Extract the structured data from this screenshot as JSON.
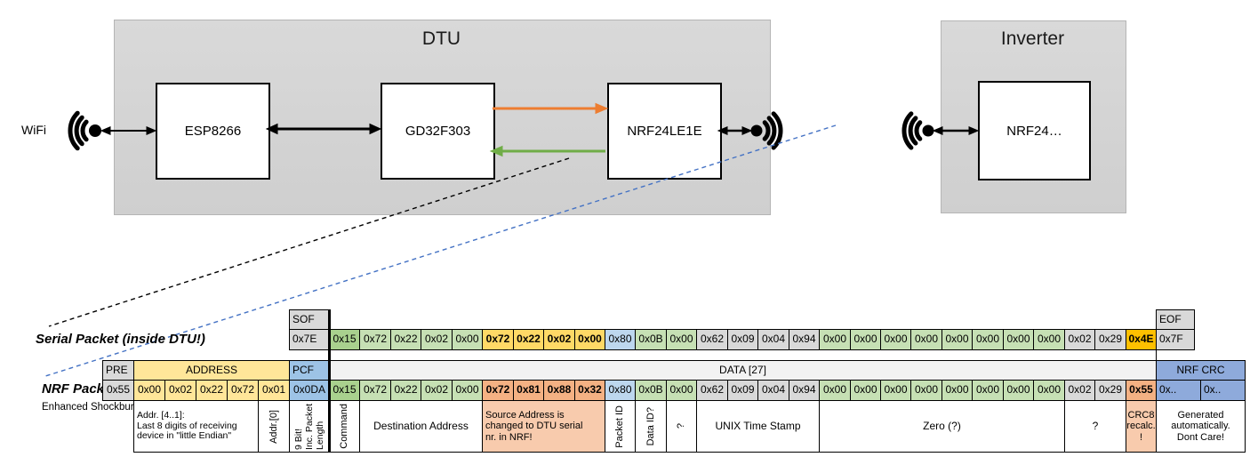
{
  "diagram": {
    "wifi_label": "WiFi",
    "dtu": {
      "title": "DTU",
      "components": [
        "ESP8266",
        "GD32F303",
        "NRF24LE1E"
      ]
    },
    "inverter": {
      "title": "Inverter",
      "component": "NRF24…"
    }
  },
  "serial_packet": {
    "label": "Serial Packet (inside DTU!)",
    "sof": {
      "header": "SOF",
      "value": "0x7E"
    },
    "eof": {
      "header": "EOF",
      "value": "0x7F"
    },
    "bytes": [
      {
        "v": "0x15",
        "c": "green_dark"
      },
      {
        "v": "0x72",
        "c": "green"
      },
      {
        "v": "0x22",
        "c": "green"
      },
      {
        "v": "0x02",
        "c": "green"
      },
      {
        "v": "0x00",
        "c": "green"
      },
      {
        "v": "0x72",
        "c": "gold",
        "b": true
      },
      {
        "v": "0x22",
        "c": "gold",
        "b": true
      },
      {
        "v": "0x02",
        "c": "gold",
        "b": true
      },
      {
        "v": "0x00",
        "c": "gold",
        "b": true
      },
      {
        "v": "0x80",
        "c": "blue_light"
      },
      {
        "v": "0x0B",
        "c": "green"
      },
      {
        "v": "0x00",
        "c": "green"
      },
      {
        "v": "0x62",
        "c": "gray"
      },
      {
        "v": "0x09",
        "c": "gray"
      },
      {
        "v": "0x04",
        "c": "gray"
      },
      {
        "v": "0x94",
        "c": "gray"
      },
      {
        "v": "0x00",
        "c": "green"
      },
      {
        "v": "0x00",
        "c": "green"
      },
      {
        "v": "0x00",
        "c": "green"
      },
      {
        "v": "0x00",
        "c": "green"
      },
      {
        "v": "0x00",
        "c": "green"
      },
      {
        "v": "0x00",
        "c": "green"
      },
      {
        "v": "0x00",
        "c": "green"
      },
      {
        "v": "0x00",
        "c": "green"
      },
      {
        "v": "0x02",
        "c": "gray"
      },
      {
        "v": "0x29",
        "c": "gray"
      },
      {
        "v": "0x4E",
        "c": "amber",
        "b": true
      }
    ]
  },
  "nrf_packet": {
    "label": "NRF Packet",
    "sublabel": "Enhanced Shockburst",
    "pre": {
      "header": "PRE",
      "value": "0x55"
    },
    "address": {
      "header": "ADDRESS",
      "values": [
        "0x00",
        "0x02",
        "0x22",
        "0x72",
        "0x01"
      ]
    },
    "pcf": {
      "header": "PCF",
      "value": "0x0DA"
    },
    "data": {
      "header": "DATA [27]",
      "bytes": [
        {
          "v": "0x15",
          "c": "green_dark"
        },
        {
          "v": "0x72",
          "c": "green"
        },
        {
          "v": "0x22",
          "c": "green"
        },
        {
          "v": "0x02",
          "c": "green"
        },
        {
          "v": "0x00",
          "c": "green"
        },
        {
          "v": "0x72",
          "c": "salmon",
          "b": true
        },
        {
          "v": "0x81",
          "c": "salmon",
          "b": true
        },
        {
          "v": "0x88",
          "c": "salmon",
          "b": true
        },
        {
          "v": "0x32",
          "c": "salmon",
          "b": true
        },
        {
          "v": "0x80",
          "c": "blue_light"
        },
        {
          "v": "0x0B",
          "c": "green"
        },
        {
          "v": "0x00",
          "c": "green"
        },
        {
          "v": "0x62",
          "c": "gray"
        },
        {
          "v": "0x09",
          "c": "gray"
        },
        {
          "v": "0x04",
          "c": "gray"
        },
        {
          "v": "0x94",
          "c": "gray"
        },
        {
          "v": "0x00",
          "c": "green"
        },
        {
          "v": "0x00",
          "c": "green"
        },
        {
          "v": "0x00",
          "c": "green"
        },
        {
          "v": "0x00",
          "c": "green"
        },
        {
          "v": "0x00",
          "c": "green"
        },
        {
          "v": "0x00",
          "c": "green"
        },
        {
          "v": "0x00",
          "c": "green"
        },
        {
          "v": "0x00",
          "c": "green"
        },
        {
          "v": "0x02",
          "c": "gray"
        },
        {
          "v": "0x29",
          "c": "gray"
        },
        {
          "v": "0x55",
          "c": "salmon",
          "b": true
        }
      ]
    },
    "crc": {
      "header": "NRF CRC",
      "values": [
        "0x..",
        "0x.."
      ]
    }
  },
  "annotations": {
    "addr41": "Addr. [4..1]:\nLast 8 digits of receiving\ndevice in \"little Endian\"",
    "addr0": "Addr.[0]",
    "pcf_bits": "9 Bit!\nInc. Packet\nLength",
    "command": "Command",
    "dest": "Destination Address",
    "src": "Source Address is\nchanged to DTU serial\nnr. in NRF!",
    "packet_id": "Packet ID",
    "data_id": "Data ID?",
    "q1": "?",
    "unix": "UNIX Time Stamp",
    "zero": "Zero (?)",
    "q2": "?",
    "crc8": "CRC8\nrecalc.\n!",
    "gen": "Generated\nautomatically.\nDont Care!"
  },
  "colors": {
    "gray": "#D9D9D9",
    "light_gray": "#F2F2F2",
    "yellow": "#FFE699",
    "gold": "#FFD966",
    "amber": "#FFC000",
    "blue_pcf": "#9DC3E6",
    "blue_light": "#BDD7EE",
    "blue_crc": "#8EAADB",
    "green_dark": "#A9D18E",
    "green": "#C6E0B4",
    "salmon": "#F4B183",
    "salmon_light": "#F8CBAD",
    "white": "#FFFFFF",
    "orange_arrow": "#ED7D31",
    "green_arrow": "#70AD47",
    "blue_dash": "#4472C4"
  }
}
